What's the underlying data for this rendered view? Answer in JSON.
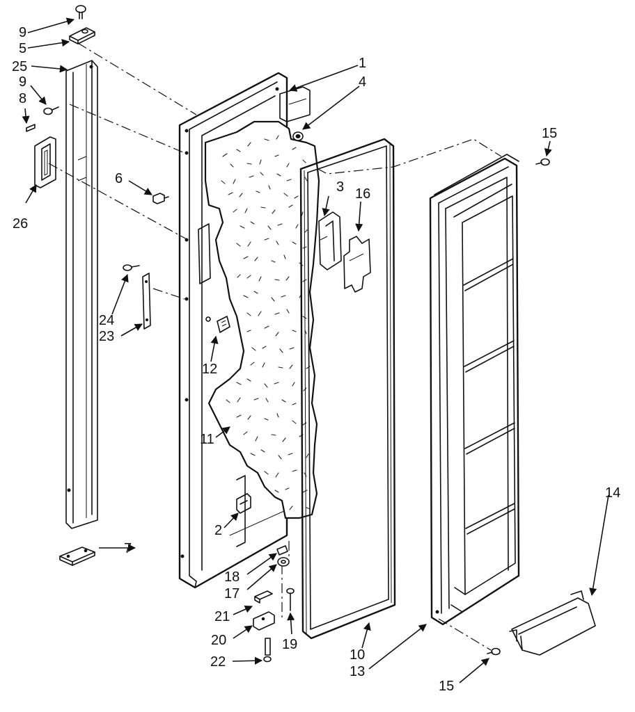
{
  "callouts": {
    "c1": "1",
    "c2": "2",
    "c3": "3",
    "c4": "4",
    "c5": "5",
    "c6": "6",
    "c7": "7",
    "c8": "8",
    "c9a": "9",
    "c9b": "9",
    "c10": "10",
    "c11": "11",
    "c12": "12",
    "c13": "13",
    "c14": "14",
    "c15a": "15",
    "c15b": "15",
    "c16": "16",
    "c17": "17",
    "c18": "18",
    "c19": "19",
    "c20": "20",
    "c21": "21",
    "c22": "22",
    "c23": "23",
    "c24": "24",
    "c25": "25",
    "c26": "26"
  }
}
